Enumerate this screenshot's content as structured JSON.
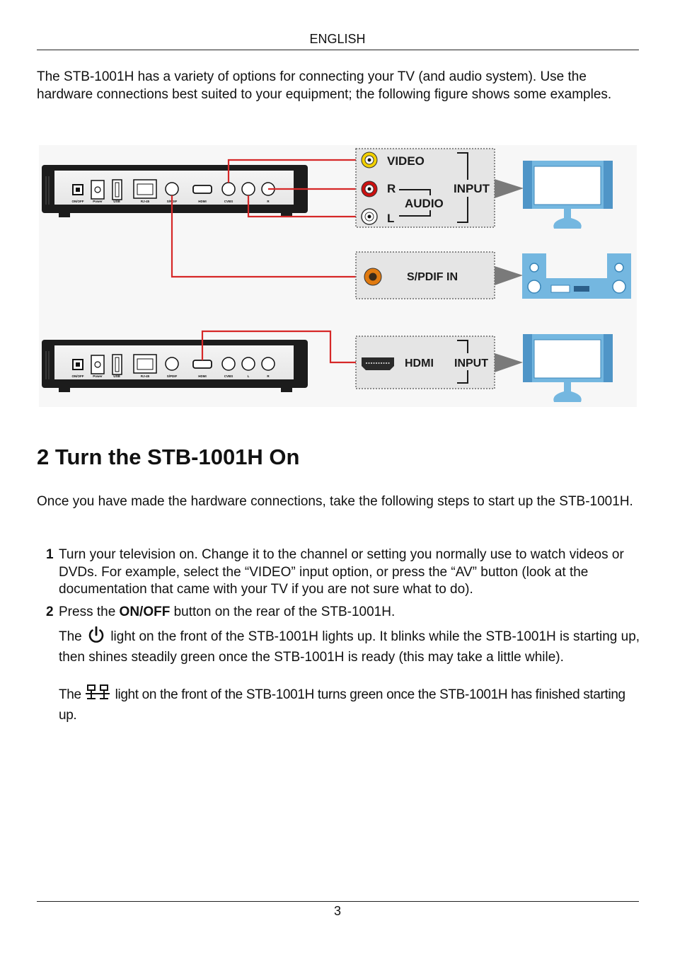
{
  "header": {
    "language": "ENGLISH"
  },
  "intro": "The STB-1001H has a variety of options for connecting your TV (and audio system). Use the hardware connections best suited to your equipment; the following figure shows some examples.",
  "figure": {
    "device_ports": [
      "ON/OFF",
      "Power",
      "USB",
      "RJ-45",
      "S/PDIF",
      "HDMI",
      "CVBS",
      "L",
      "R"
    ],
    "av_panel": {
      "video": "VIDEO",
      "r": "R",
      "audio": "AUDIO",
      "l": "L",
      "input": "INPUT"
    },
    "spdif_panel": {
      "label": "S/PDIF IN"
    },
    "hdmi_panel": {
      "hdmi": "HDMI",
      "input": "INPUT"
    },
    "colors": {
      "cable": "#d62828",
      "panel_fill": "#e5e5e5",
      "panel_border": "#6b6b6b",
      "tv_blue": "#74b7e0",
      "video_jack": "#f2d000",
      "r_jack": "#cc1010",
      "spdif_jack": "#e07a10"
    }
  },
  "section": {
    "title": "2 Turn the STB-1001H On",
    "intro": "Once you have made the hardware connections, take the following steps to start up the STB-1001H."
  },
  "steps": [
    {
      "num": "1",
      "text": "Turn your television on. Change it to the channel or setting you normally use to watch videos or DVDs. For example, select the “VIDEO” input option, or press the “AV” button (look at the documentation that came with your TV if you are not sure what to do)."
    },
    {
      "num": "2",
      "pre": "Press the ",
      "bold": "ON/OFF",
      "post": " button on the rear of the STB-1001H."
    }
  ],
  "notes": {
    "power": {
      "the": "The",
      "icon": "power-icon",
      "text": "light on the front of the STB-1001H lights up. It blinks while the STB-1001H is starting up, then shines steadily green once the STB-1001H is ready (this may take a little while)."
    },
    "network": {
      "the": "The",
      "icon": "network-icon",
      "text": "light on the front of the STB-1001H turns green once the STB-1001H has finished starting up."
    }
  },
  "footer": {
    "page": "3"
  }
}
